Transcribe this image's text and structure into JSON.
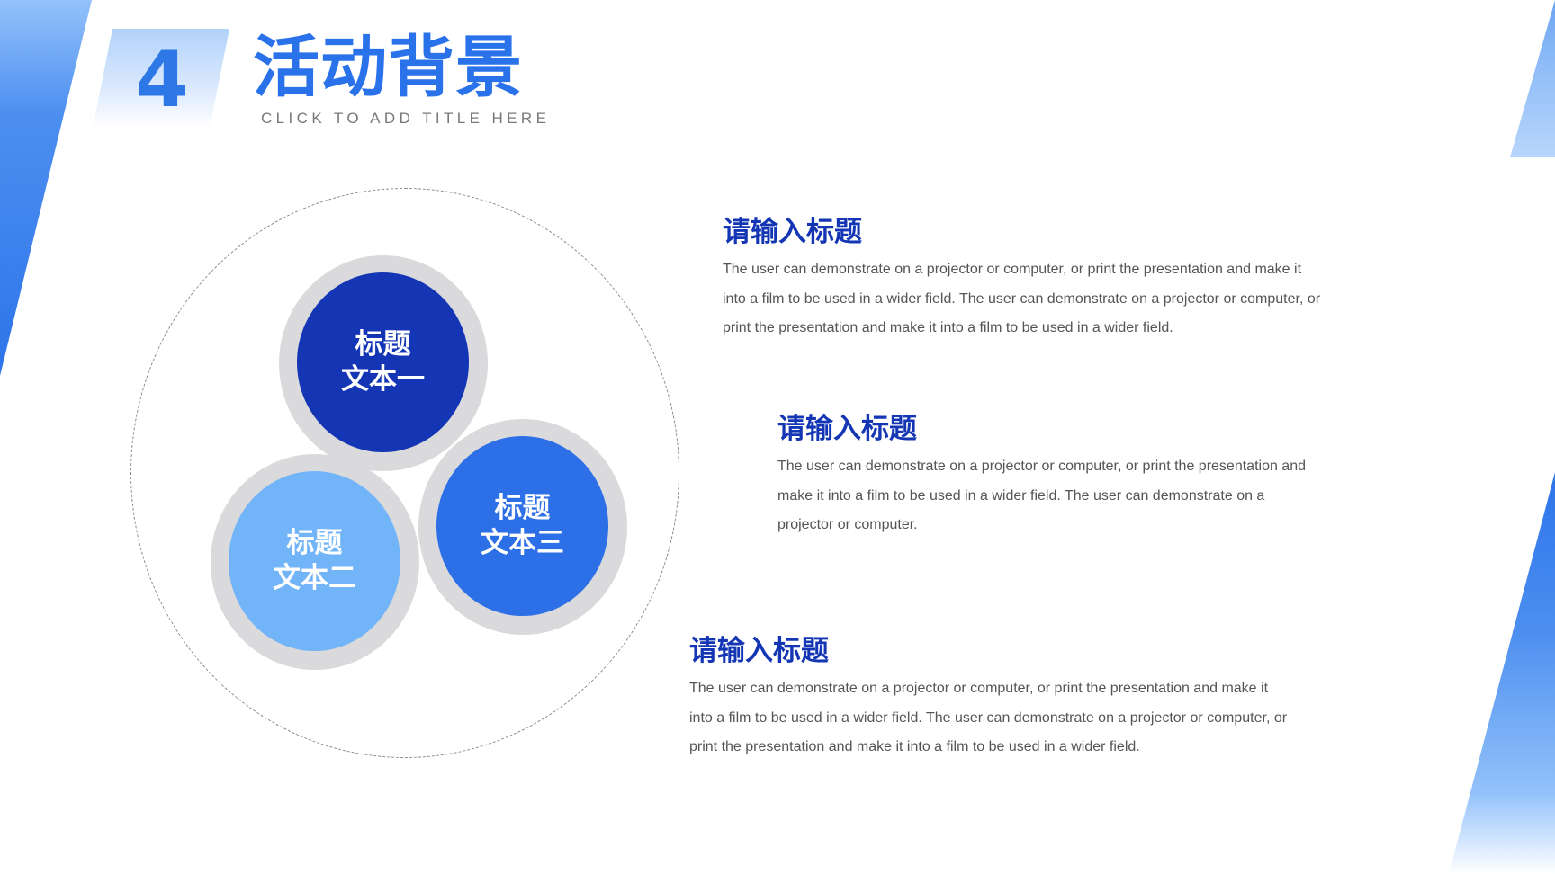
{
  "slide": {
    "number": "4",
    "title": "活动背景",
    "subtitle": "CLICK TO ADD TITLE HERE"
  },
  "circles": [
    {
      "line1": "标题",
      "line2": "文本一",
      "color": "#1436b4"
    },
    {
      "line1": "标题",
      "line2": "文本二",
      "color": "#72b4f8"
    },
    {
      "line1": "标题",
      "line2": "文本三",
      "color": "#2c6fe6"
    }
  ],
  "blocks": [
    {
      "title": "请输入标题",
      "lines": [
        "The user can demonstrate on a projector or computer, or print the presentation and make it",
        "into a film to be used in a wider field. The user can demonstrate on a projector or computer, or",
        "print the presentation and make it into a film to be used in a wider field."
      ]
    },
    {
      "title": "请输入标题",
      "lines": [
        "The user can demonstrate on a projector or computer, or print the presentation and",
        "make it into a film to be used in a wider field. The user can demonstrate on a",
        "projector or computer."
      ]
    },
    {
      "title": "请输入标题",
      "lines": [
        "The user can demonstrate on a projector or computer, or print the presentation and make it",
        "into a film to be used in a wider field. The user can demonstrate on a projector or computer, or",
        "print the presentation and make it into a film to be used in a wider field."
      ]
    }
  ],
  "colors": {
    "accent": "#2a72ea",
    "dark_blue": "#1436b4",
    "ring_gray": "#dadadc"
  }
}
